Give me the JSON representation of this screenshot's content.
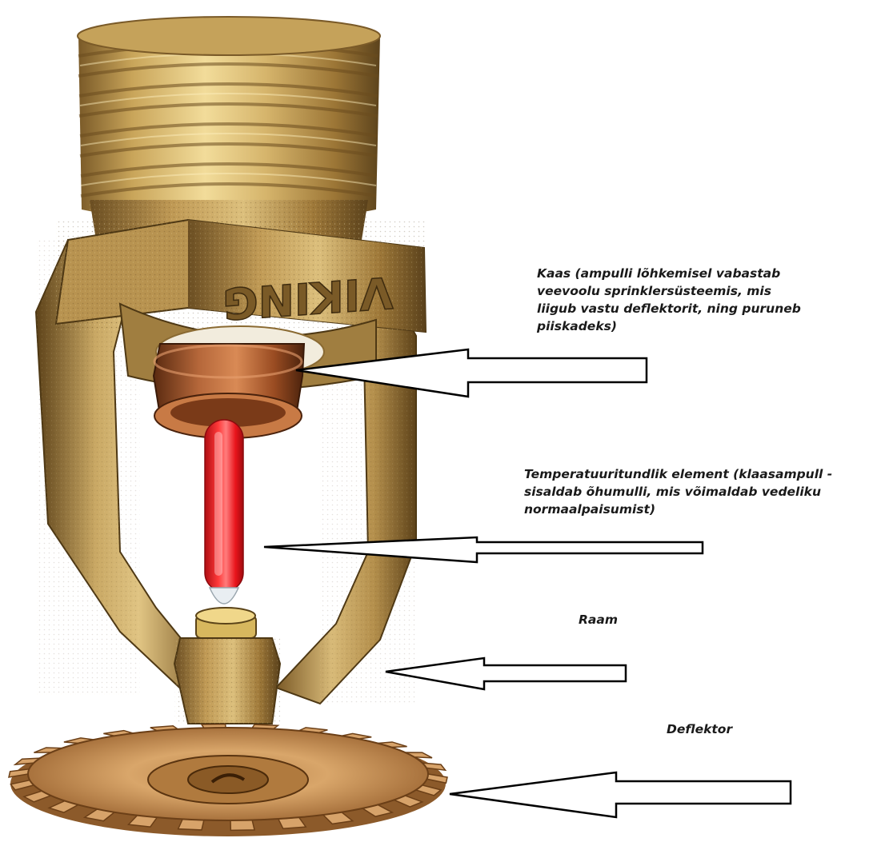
{
  "diagram": {
    "brand_engraving": "VIKING",
    "annotations": {
      "cap": {
        "lines": [
          "Kaas (ampulli lõhkemisel vabastab",
          "veevoolu sprinklersüsteemis, mis",
          "liigub vastu deflektorit, ning puruneb",
          "piiskadeks)"
        ]
      },
      "bulb": {
        "lines": [
          "Temperatuuritundlik element (klaasampull -",
          "sisaldab õhumulli, mis võimaldab vedeliku",
          "normaalpaisumist)"
        ]
      },
      "frame": {
        "lines": [
          "Raam"
        ]
      },
      "deflector": {
        "lines": [
          "Deflektor"
        ]
      }
    },
    "colors": {
      "brass_light": "#e2c37a",
      "brass_mid": "#b9914a",
      "brass_dark": "#6e5126",
      "copper": "#a4582a",
      "bulb_red": "#e8141b",
      "arrow_stroke": "#000000",
      "arrow_fill": "#ffffff"
    }
  }
}
